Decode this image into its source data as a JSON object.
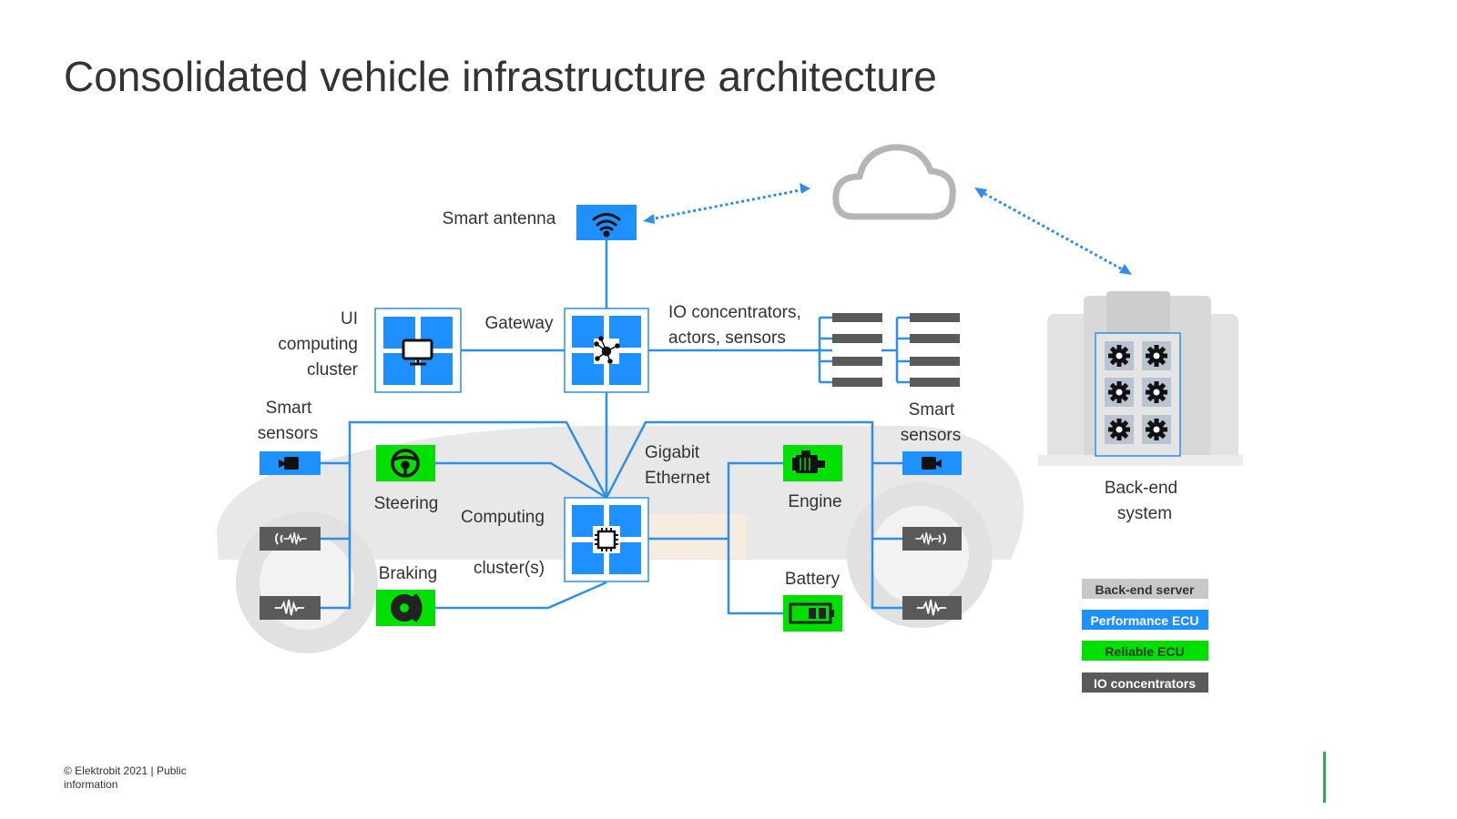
{
  "title": "Consolidated vehicle infrastructure architecture",
  "footer": {
    "line1": "© Elektrobit 2021 | Public",
    "line2": "information"
  },
  "colors": {
    "performance": "#1e90ff",
    "reliable": "#00e000",
    "io": "#5a5a5a",
    "backend": "#c8c8c8",
    "line": "#2f8fe8",
    "accent_bar": "#21b24b"
  },
  "labels": {
    "smart_antenna": "Smart antenna",
    "ui_cluster": [
      "UI",
      "computing",
      "cluster"
    ],
    "gateway": "Gateway",
    "io_concentrators": [
      "IO concentrators,",
      "actors, sensors"
    ],
    "smart_sensors_left": [
      "Smart",
      "sensors"
    ],
    "smart_sensors_right": [
      "Smart",
      "sensors"
    ],
    "steering": "Steering",
    "computing": "Computing",
    "clusters": "cluster(s)",
    "braking": "Braking",
    "gigabit": [
      "Gigabit",
      "Ethernet"
    ],
    "engine": "Engine",
    "battery": "Battery",
    "backend": [
      "Back-end",
      "system"
    ]
  },
  "legend": [
    {
      "label": "Back-end server",
      "color": "#c8c8c8",
      "text_color": "#333333"
    },
    {
      "label": "Performance ECU",
      "color": "#1e90ff",
      "text_color": "#ffffff"
    },
    {
      "label": "Reliable ECU",
      "color": "#00e000",
      "text_color": "#333333"
    },
    {
      "label": "IO concentrators",
      "color": "#5a5a5a",
      "text_color": "#ffffff"
    }
  ],
  "icons": {
    "antenna": "wifi-icon",
    "ui": "monitor-icon",
    "gateway": "hub-icon",
    "computing": "chip-icon",
    "steering": "steering-wheel-icon",
    "braking": "brake-disc-icon",
    "engine": "engine-icon",
    "battery": "battery-icon",
    "cloud": "cloud-icon",
    "gear": "gear-icon"
  }
}
